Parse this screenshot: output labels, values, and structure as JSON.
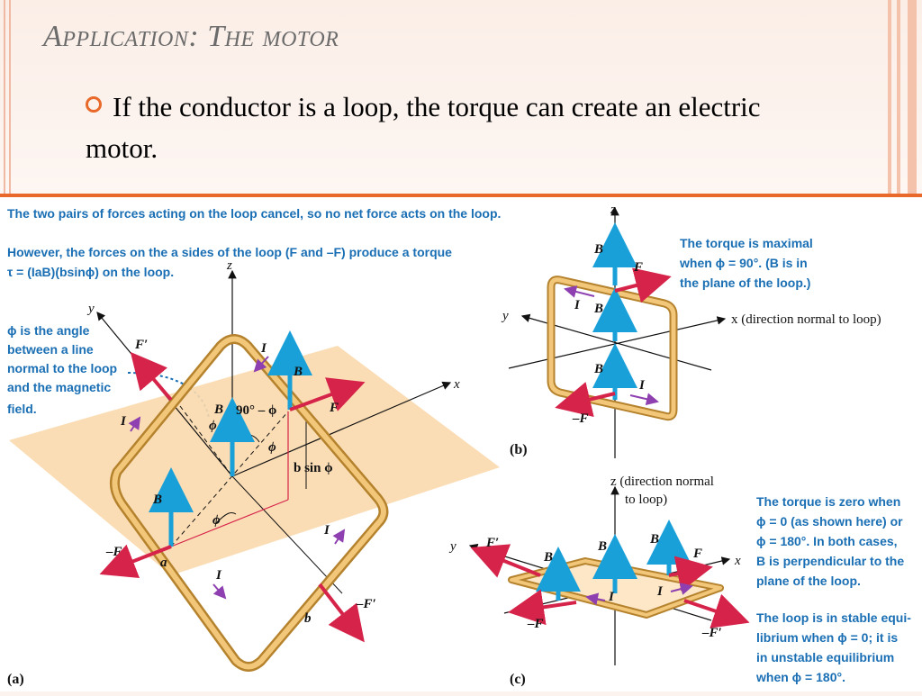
{
  "slide": {
    "title": "Application: The motor",
    "bullet": "If the conductor is a loop, the torque can create an electric motor."
  },
  "figure": {
    "caption_net_force": "The two pairs of forces acting on the loop cancel, so no net force acts on the loop.",
    "caption_torque_1": "However, the forces on the a sides of the loop (F and –F) produce a torque",
    "caption_torque_2": "τ = (IaB)(bsinϕ) on the loop.",
    "phi_note_1": "ϕ is the angle",
    "phi_note_2": "between a line",
    "phi_note_3": "normal to the loop",
    "phi_note_4": "and the magnetic",
    "phi_note_5": "field.",
    "panel_a": "(a)",
    "panel_b": "(b)",
    "panel_c": "(c)",
    "axis_x": "x",
    "axis_y": "y",
    "axis_z": "z",
    "label_B": "B",
    "label_F": "F",
    "label_Fprime": "F′",
    "label_negF": "–F",
    "label_negFprime": "–F′",
    "label_I": "I",
    "label_a": "a",
    "label_b": "b",
    "label_phi": "ϕ",
    "label_90_minus_phi": "90° – ϕ",
    "label_bsinphi": "b sin ϕ",
    "b_axis_x": "x (direction normal to loop)",
    "b_note_1": "The torque is maximal",
    "b_note_2": "when ϕ = 90°. (B is in",
    "b_note_3": "the plane of the loop.)",
    "c_axis_z_1": "z (direction normal",
    "c_axis_z_2": "to loop)",
    "c_note_1": "The torque is zero when",
    "c_note_2": "ϕ = 0 (as shown here) or",
    "c_note_3": "ϕ = 180°. In both cases,",
    "c_note_4": "B is perpendicular to the",
    "c_note_5": "plane of the loop.",
    "c_note_6": "The loop is in stable equi-",
    "c_note_7": "librium when ϕ = 0; it is",
    "c_note_8": "in unstable equilibrium",
    "c_note_9": "when ϕ = 180°."
  },
  "colors": {
    "accent_orange": "#e8692a",
    "caption_blue": "#1a6fb4",
    "field_arrow": "#1aa0d8",
    "force_arrow": "#d6234a",
    "loop": "#d9a64a",
    "plane": "#fbd9ad",
    "current_arrow": "#8e3fb0"
  }
}
